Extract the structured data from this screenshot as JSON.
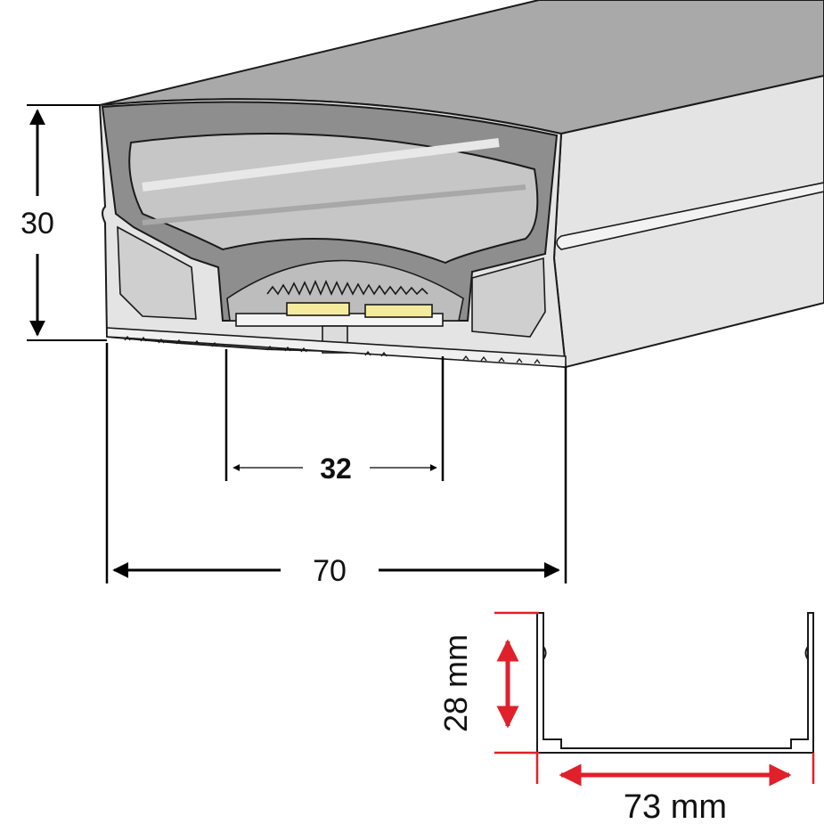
{
  "labels": {
    "height": "30",
    "inner_width": "32",
    "outer_width": "70",
    "channel_height": "28 mm",
    "channel_width": "73 mm"
  },
  "colors": {
    "profile_fill": "#e4e4e4",
    "profile_top": "#a9a9a9",
    "inner_grey": "#bdbdbd",
    "dark_grey": "#8e8e8e",
    "outline": "#1a1a1a",
    "led": "#f4ec9c",
    "dimension_red": "#e0202a"
  }
}
